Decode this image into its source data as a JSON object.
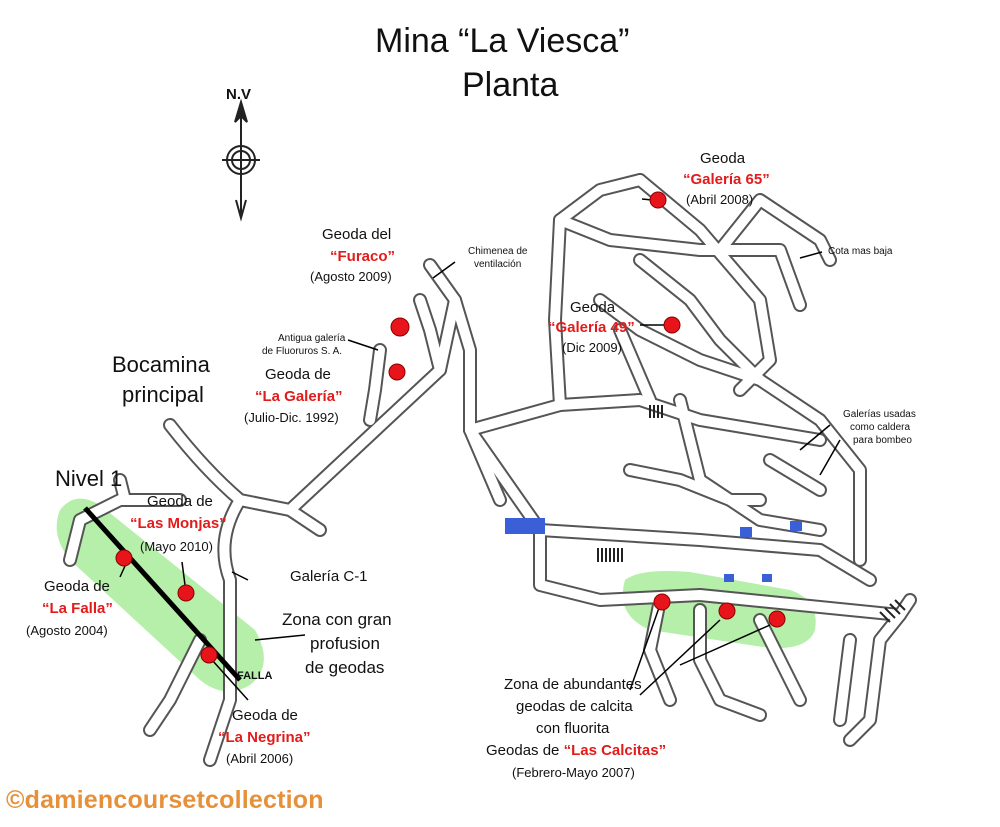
{
  "title": {
    "line1": "Mina “La Viesca”",
    "line2": "Planta"
  },
  "north_arrow": {
    "label": "N.V",
    "icon": "north-arrow-icon"
  },
  "entrance": {
    "line1": "Bocamina",
    "line2": "principal"
  },
  "level_label": "Nivel 1",
  "labels": {
    "galeria65": {
      "pre": "Geoda",
      "name": "“Galería 65”",
      "date": "(Abril 2008)"
    },
    "galeria49": {
      "pre": "Geoda",
      "name": "“Galería 49”",
      "date": "(Dic 2009)"
    },
    "furaco": {
      "pre": "Geoda del",
      "name": "“Furaco”",
      "date": "(Agosto 2009)"
    },
    "chimenea": {
      "line1": "Chimenea de",
      "line2": "ventilación"
    },
    "cota": "Cota mas baja",
    "antigua": {
      "line1": "Antigua galería",
      "line2": "de Fluoruros S. A."
    },
    "lagaleria": {
      "pre": "Geoda de",
      "name": "“La Galería”",
      "date": "(Julio-Dic. 1992)"
    },
    "bombeo": {
      "line1": "Galerías usadas",
      "line2": "como caldera",
      "line3": "para bombeo"
    },
    "monjas": {
      "pre": "Geoda de",
      "name": "“Las Monjas”",
      "date": "(Mayo 2010)"
    },
    "falla_geoda": {
      "pre": "Geoda de",
      "name": "“La Falla”",
      "date": "(Agosto 2004)"
    },
    "galeria_c1": "Galería C-1",
    "zona": {
      "line1": "Zona con gran",
      "line2": "profusion",
      "line3": "de geodas"
    },
    "falla": "FALLA",
    "negrina": {
      "pre": "Geoda de",
      "name": "“La Negrina”",
      "date": "(Abril 2006)"
    },
    "calcitas": {
      "line1": "Zona de abundantes",
      "line2": "geodas de calcita",
      "line3": "con fluorita",
      "line4_pre": "Geodas de ",
      "line4_name": "“Las Calcitas”",
      "date": "(Febrero-Mayo 2007)"
    }
  },
  "watermark": "©damiencoursetcollection",
  "colors": {
    "marker": "#e8141b",
    "zone": "#a8ec9a",
    "tunnel": "#555555",
    "highlight_red": "#e21b1b",
    "watermark": "#e6903a",
    "water": "#3b5fd6"
  }
}
